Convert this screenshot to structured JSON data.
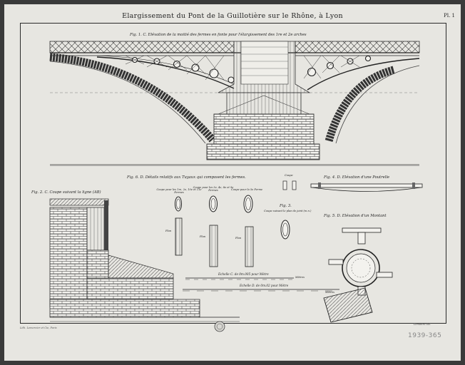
{
  "sheet": {
    "title": "Elargissement du Pont de la Guillotière sur le Rhône, à Lyon",
    "plate": "Pl. 1",
    "stamp": "1939-365",
    "footer_left": "Lith. Lemercier et Cie, Paris",
    "footer_right": "Lemaitre del."
  },
  "figures": {
    "fig1": "Fig. 1.   C. Elévation de la moitié des fermes en fonte pour l'élargissement des 1re et 2e arches",
    "fig2": "Fig. 2.  C. Coupe suivant la ligne (AB)",
    "fig3": "Fig. 3.",
    "fig3_sub": "Coupe suivant le plan de joint (m.n.)",
    "fig4": "Fig. 4.  D. Elévation d'une Poutrelle",
    "fig5": "Fig. 5.  D. Elévation d'un Montant",
    "fig6": "Fig. 6.  D. Détails relatifs aux Tuyaux qui composent les fermes.",
    "coupe_top": "Coupe",
    "coupe_1": "Coupe pour les 1re, 2e, 10e et 11e Fermes",
    "coupe_2": "Coupe pour les 3e, 4e, 8e et 9e Fermes",
    "coupe_3": "Coupe pour la 5e Ferme",
    "plan": "Plan"
  },
  "scales": {
    "scale_c": "Echelle C. de 0m.005 pour Mètre",
    "scale_d": "Echelle D. de 0m.02 pour Mètre",
    "metres": "Mètres"
  }
}
